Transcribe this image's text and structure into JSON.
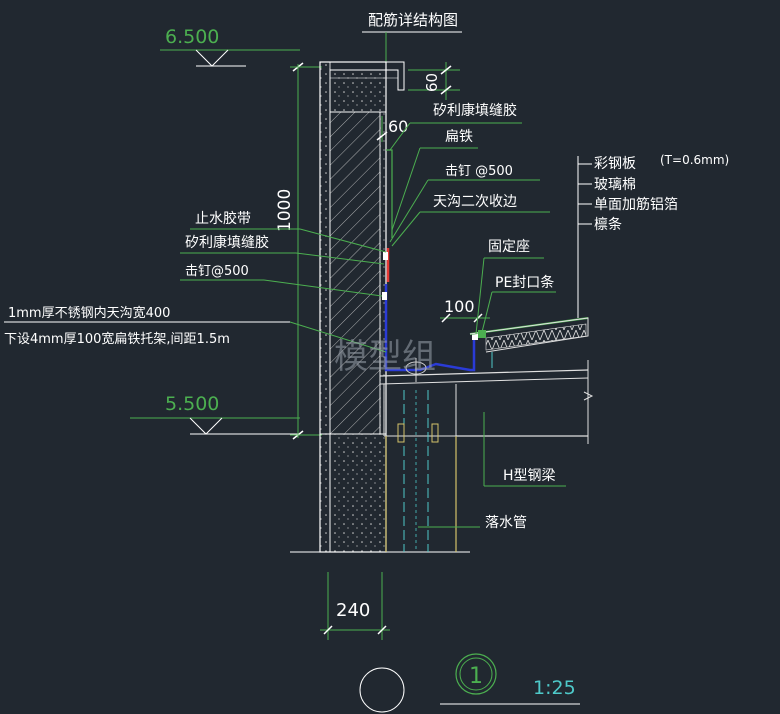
{
  "title": "配筋详结构图",
  "elevations": {
    "top": "6.500",
    "bottom": "5.500"
  },
  "dimensions": {
    "height": "1000",
    "thickness": "240",
    "cap": "60",
    "cap_inner": "60",
    "gutter": "100"
  },
  "labels": {
    "sealant_1": "矽利康填缝胶",
    "flat_iron": "扁铁",
    "nail_1": "击钉 @500",
    "gutter_edge": "天沟二次收边",
    "water_stop": "止水胶带",
    "sealant_2": "矽利康填缝胶",
    "nail_2": "击钉@500",
    "stainless_1": "1mm厚不锈钢内天沟宽400",
    "stainless_2": "下设4mm厚100宽扁铁托架,间距1.5m",
    "fixed_seat": "固定座",
    "pe_strip": "PE封口条",
    "steel_plate": "彩钢板",
    "steel_plate_spec": "(T=0.6mm)",
    "glass_wool": "玻璃棉",
    "foil": "单面加筋铝箔",
    "purlin": "檩条",
    "h_beam": "H型钢梁",
    "downpipe": "落水管",
    "watermark": "模型组"
  },
  "detail_number": "1",
  "scale": "1:25"
}
